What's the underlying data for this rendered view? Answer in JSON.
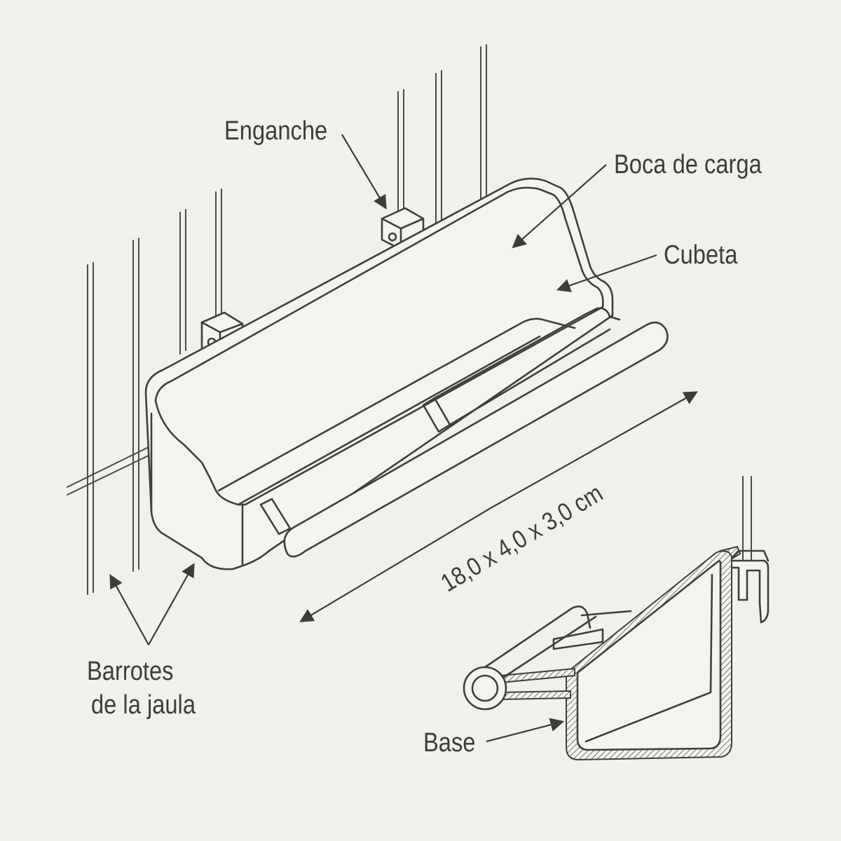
{
  "labels": {
    "hook": "Enganche",
    "loading_mouth": "Boca de carga",
    "tray": "Cubeta",
    "bars_line1": "Barrotes",
    "bars_line2": "de la jaula",
    "base": "Base"
  },
  "dimension": "18,0 x 4,0 x 3,0 cm",
  "colors": {
    "background": "#f1f0eb",
    "line": "#3f3f3f"
  }
}
